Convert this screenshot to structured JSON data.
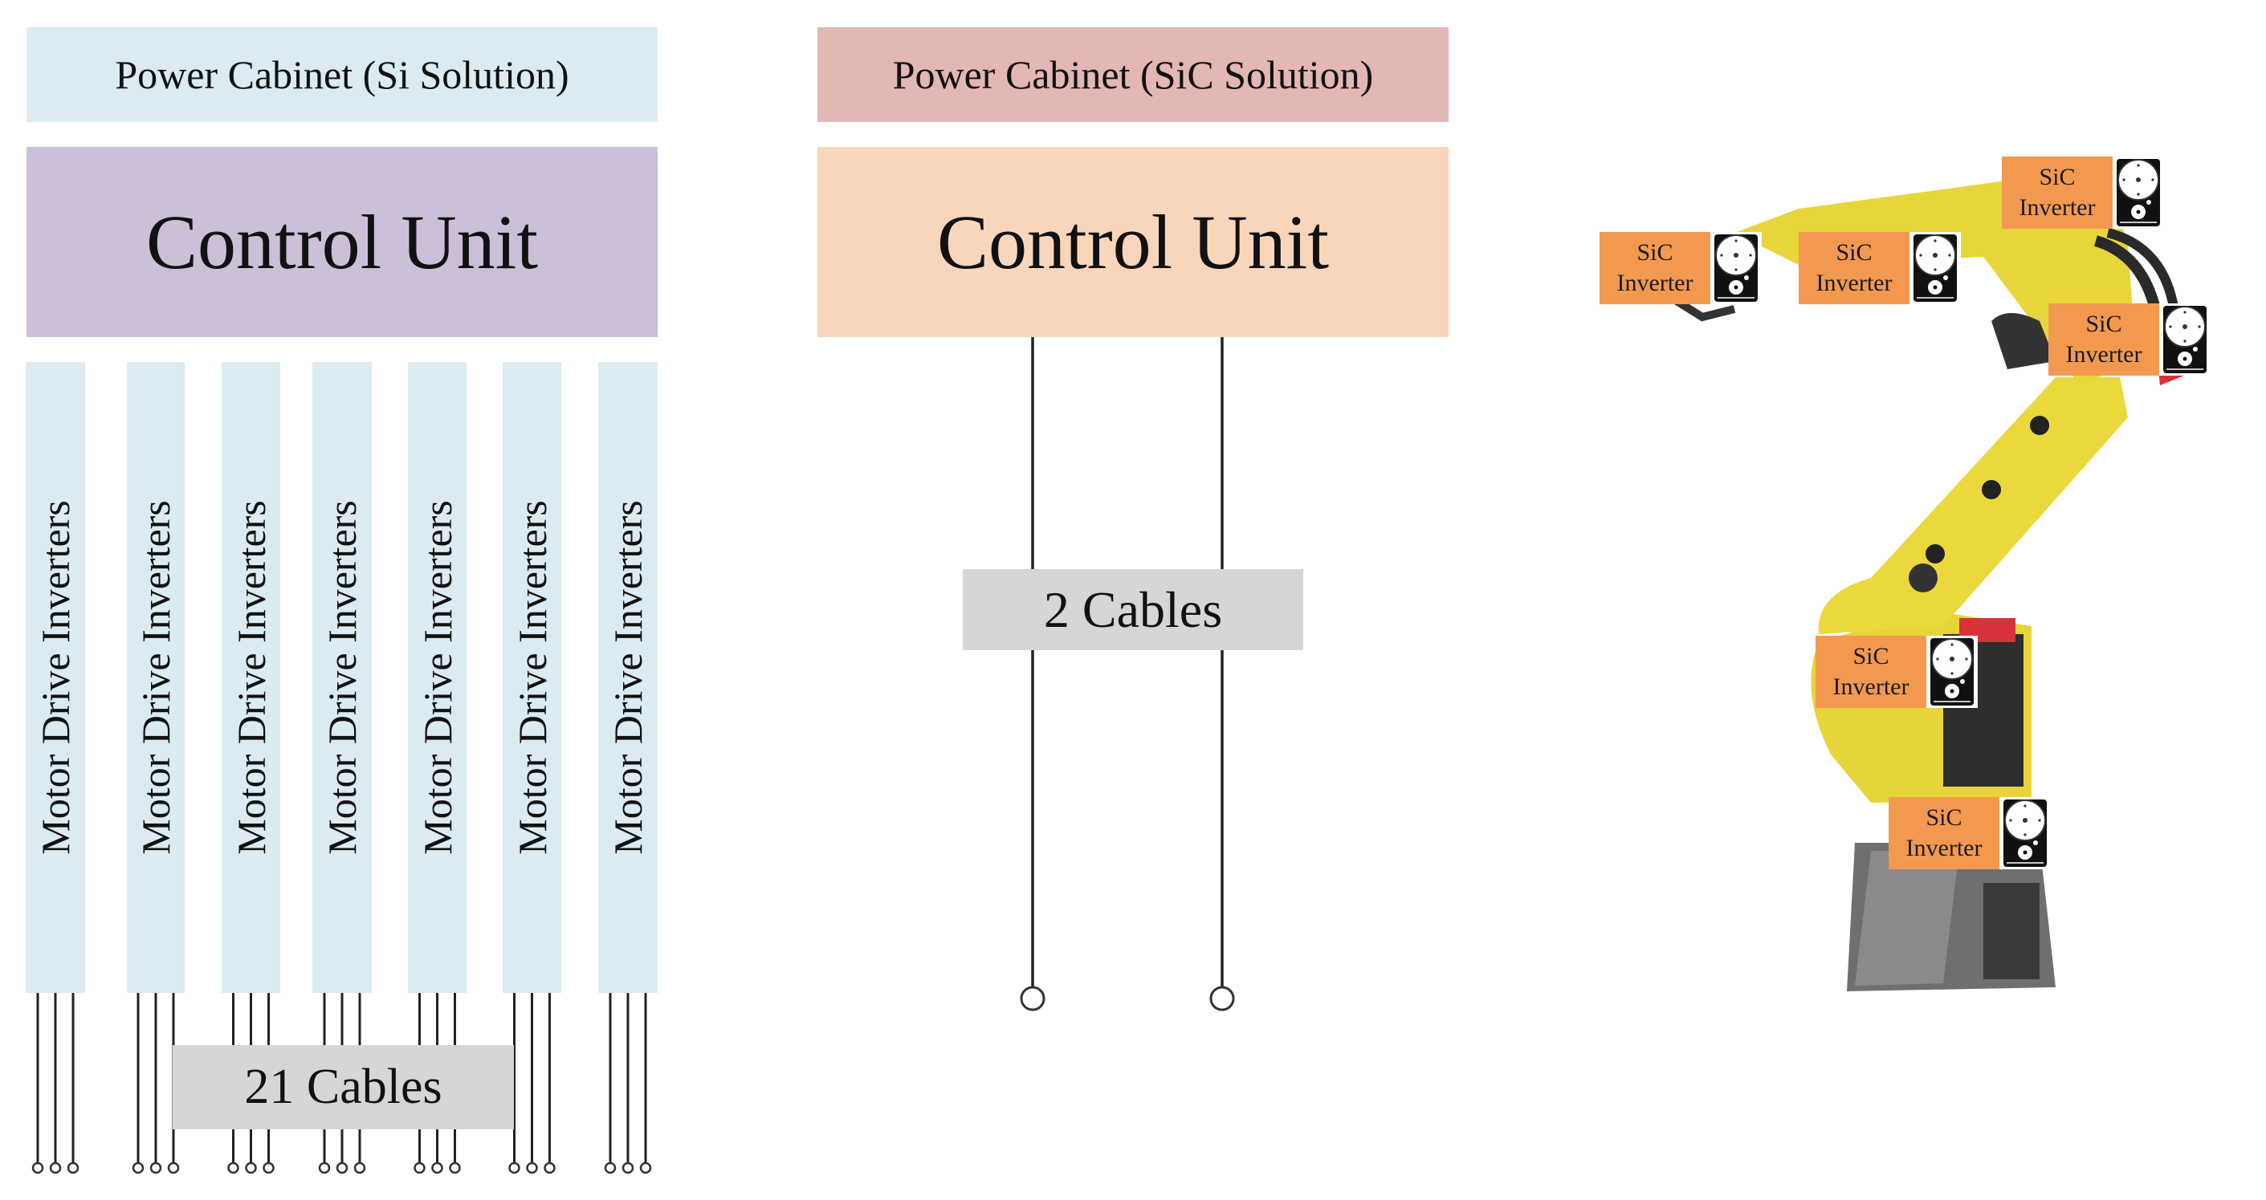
{
  "si_solution": {
    "header": "Power Cabinet (Si Solution)",
    "control_unit": "Control Unit",
    "inverter_label": "Motor Drive Inverters",
    "inverter_count": 7,
    "cables_per_inverter": 3,
    "cable_label": "21 Cables",
    "colors": {
      "header": "#dbebf1",
      "control_unit": "#cbc0d8",
      "inverter": "#dbebf1"
    }
  },
  "sic_solution": {
    "header": "Power Cabinet (SiC Solution)",
    "control_unit": "Control Unit",
    "cable_count": 2,
    "cable_label": "2 Cables",
    "colors": {
      "header": "#e3b7b4",
      "control_unit": "#f8d6bc"
    }
  },
  "robot": {
    "image": "industrial-robot-arm",
    "inverter_tags": [
      {
        "line1": "SiC",
        "line2": "Inverter",
        "icon": "servo-motor-icon"
      },
      {
        "line1": "SiC",
        "line2": "Inverter",
        "icon": "servo-motor-icon"
      },
      {
        "line1": "SiC",
        "line2": "Inverter",
        "icon": "servo-motor-icon"
      },
      {
        "line1": "SiC",
        "line2": "Inverter",
        "icon": "servo-motor-icon"
      },
      {
        "line1": "SiC",
        "line2": "Inverter",
        "icon": "servo-motor-icon"
      },
      {
        "line1": "SiC",
        "line2": "Inverter",
        "icon": "servo-motor-icon"
      }
    ],
    "colors": {
      "tag": "#f2994f",
      "arm": "#e8d63a",
      "base": "#6b6b6b"
    }
  }
}
